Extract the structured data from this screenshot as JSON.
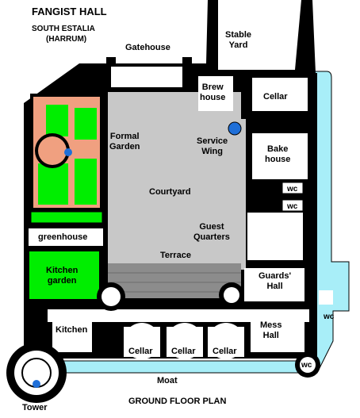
{
  "header": {
    "title": "FANGIST HALL",
    "region": "SOUTH ESTALIA",
    "subregion": "(HARRUM)"
  },
  "footer": {
    "caption": "GROUND FLOOR PLAN"
  },
  "rooms": {
    "gatehouse": "Gatehouse",
    "stable_yard": "Stable\nYard",
    "brew_house": "Brew\nhouse",
    "cellar_ne": "Cellar",
    "formal_garden": "Formal\nGarden",
    "service_wing": "Service\nWing",
    "bake_house": "Bake\nhouse",
    "courtyard": "Courtyard",
    "wc1": "wc",
    "wc2": "wc",
    "greenhouse": "greenhouse",
    "guest_quarters": "Guest\nQuarters",
    "kitchen_garden": "Kitchen\ngarden",
    "terrace": "Terrace",
    "guards_hall": "Guards'\nHall",
    "wc3": "wc",
    "kitchen": "Kitchen",
    "mess_hall": "Mess\nHall",
    "cellar_1": "Cellar",
    "cellar_2": "Cellar",
    "cellar_3": "Cellar",
    "wc4": "wc",
    "moat": "Moat",
    "tower": "Tower"
  },
  "colors": {
    "wall": "#000000",
    "floor": "#ffffff",
    "courtyard": "#c8c8c8",
    "terrace": "#8c8c8c",
    "moat": "#a8eef8",
    "lawn": "#00ee00",
    "path": "#f0a080",
    "well": "#1f6fd8"
  }
}
